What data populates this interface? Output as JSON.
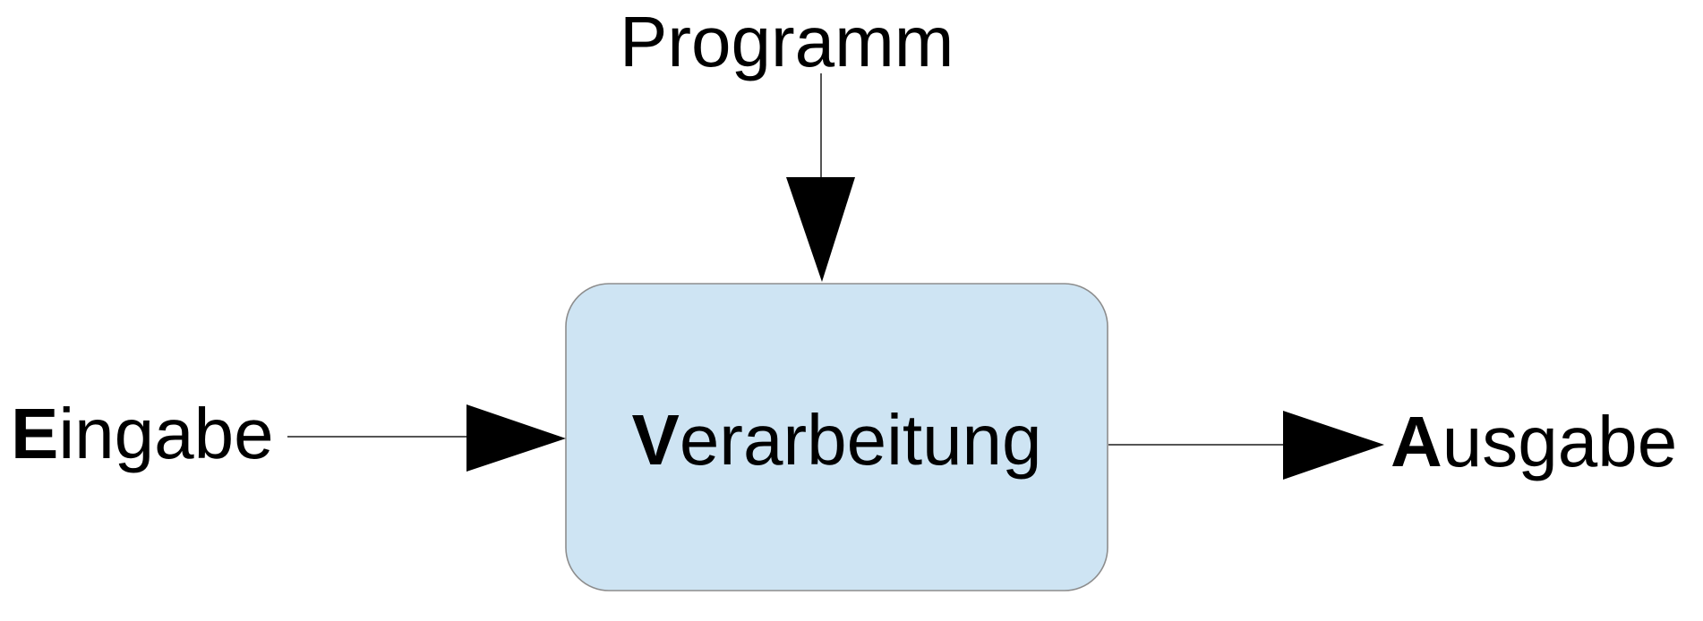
{
  "diagram": {
    "program_label": "Programm",
    "input_label": {
      "initial": "E",
      "rest": "ingabe"
    },
    "processing_label": {
      "initial": "V",
      "rest": "erarbeitung"
    },
    "output_label": {
      "initial": "A",
      "rest": "usgabe"
    },
    "colors": {
      "background": "#ffffff",
      "box_fill": "#cee4f3",
      "box_border": "#8d8d8d",
      "line_stroke": "#555555",
      "arrow_fill": "#000000",
      "text": "#000000"
    }
  }
}
